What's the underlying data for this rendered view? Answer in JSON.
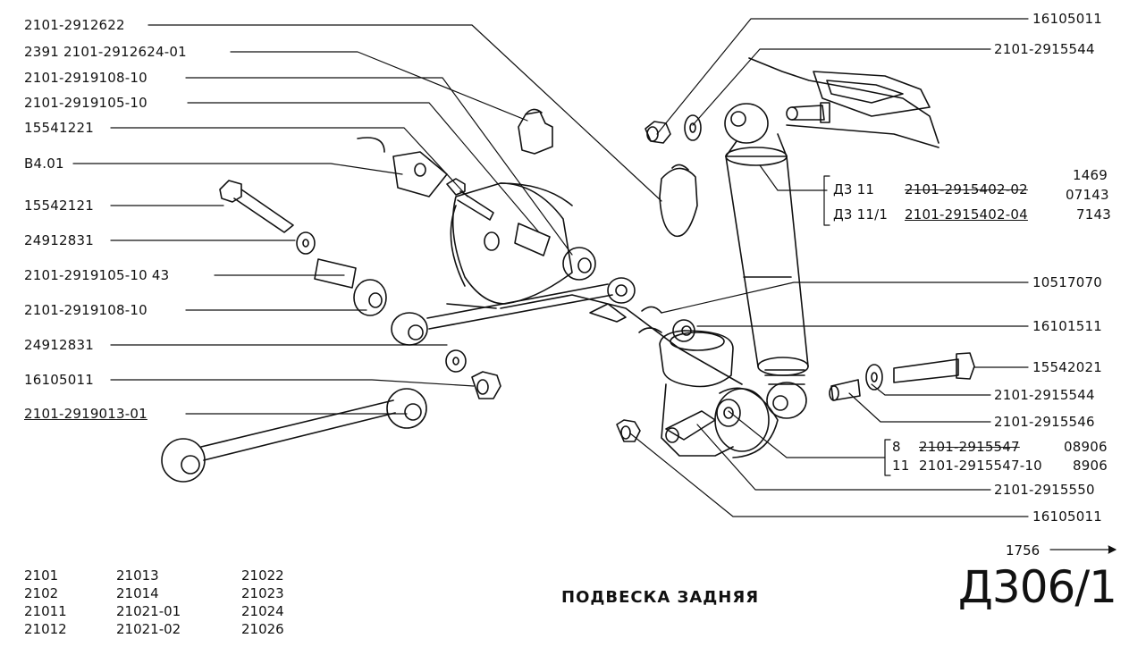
{
  "diagram": {
    "title": "ПОДВЕСКА ЗАДНЯЯ",
    "sheet_code": "Д306/1",
    "page_ref": "1756",
    "left_labels": [
      {
        "text": "2101-2912622"
      },
      {
        "text": "2391 2101-2912624-01"
      },
      {
        "text": "2101-2919108-10"
      },
      {
        "text": "2101-2919105-10"
      },
      {
        "text": "15541221"
      },
      {
        "text": "В4.01"
      },
      {
        "text": "15542121"
      },
      {
        "text": "24912831"
      },
      {
        "text": "2101-2919105-10 43"
      },
      {
        "text": "2101-2919108-10"
      },
      {
        "text": "24912831"
      },
      {
        "text": "16105011"
      },
      {
        "text": "2101-2919013-01"
      }
    ],
    "right_labels": [
      {
        "text": "16105011"
      },
      {
        "text": "2101-2915544"
      },
      {
        "text": "10517070"
      },
      {
        "text": "16101511"
      },
      {
        "text": "15542021"
      },
      {
        "text": "2101-2915544"
      },
      {
        "text": "2101-2915546"
      },
      {
        "text": "2101-2915550"
      },
      {
        "text": "16105011"
      }
    ],
    "shock_absorber_group": {
      "rows": [
        {
          "variant": "Д3 11",
          "part": "2101-2915402-02",
          "qty_top": "1469",
          "qty": "07143"
        },
        {
          "variant": "Д3 11/1",
          "part": "2101-2915402-04",
          "qty": "7143"
        }
      ]
    },
    "bushing_group": {
      "rows": [
        {
          "variant": "8",
          "part": "2101-2915547",
          "qty": "08906"
        },
        {
          "variant": "11",
          "part": "2101-2915547-10",
          "qty": "8906"
        }
      ]
    },
    "models": [
      [
        "2101",
        "21013",
        "21022"
      ],
      [
        "2102",
        "21014",
        "21023"
      ],
      [
        "21011",
        "21021-01",
        "21024"
      ],
      [
        "21012",
        "21021-02",
        "21026"
      ]
    ]
  }
}
